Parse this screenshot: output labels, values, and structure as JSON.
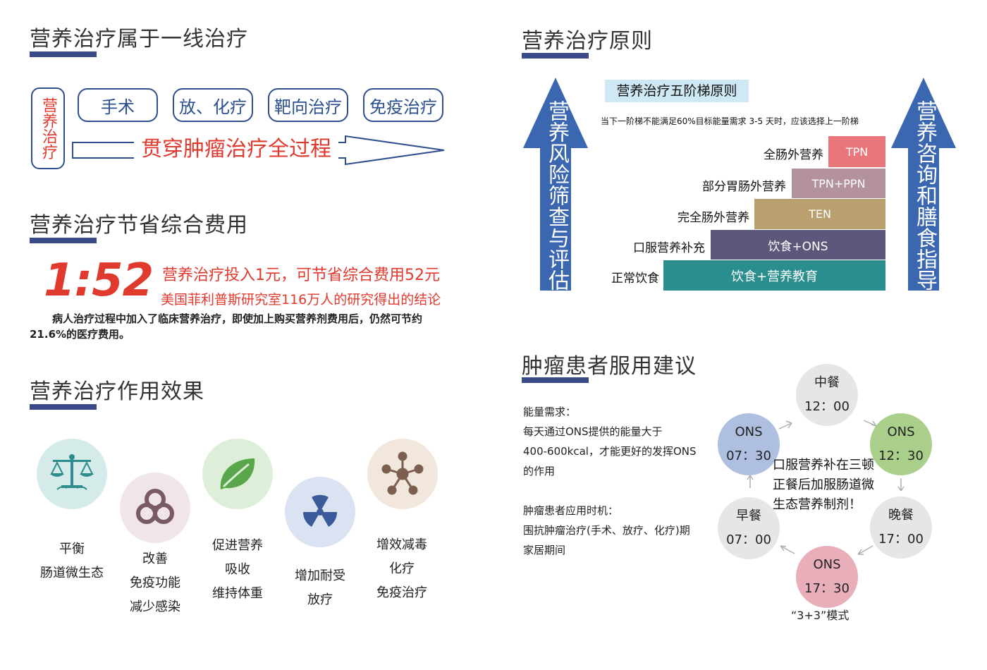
{
  "left": {
    "sec1": {
      "title": "营养治疗属于一线治疗",
      "vertical_label": "营养治疗",
      "boxes": [
        "手术",
        "放、化疗",
        "靶向治疗",
        "免疫治疗"
      ],
      "banner": "贯穿肿瘤治疗全过程"
    },
    "sec2": {
      "title": "营养治疗节省综合费用",
      "ratio": "1:52",
      "line1": "营养治疗投入1元，可节省综合费用52元",
      "line2": "美国菲利普斯研究室116万人的研究得出的结论",
      "para": "病人治疗过程中加入了临床营养治疗，即使加上购买营养剂费用后，仍然可节约21.6%的医疗费用。"
    },
    "sec3": {
      "title": "营养治疗作用效果",
      "effects": [
        {
          "icon": "scales-icon",
          "lines": [
            "平衡",
            "肠道微生态"
          ]
        },
        {
          "icon": "biohazard-icon",
          "lines": [
            "改善",
            "免疫功能",
            "减少感染"
          ]
        },
        {
          "icon": "leaf-icon",
          "lines": [
            "促进营养",
            "吸收",
            "维持体重"
          ]
        },
        {
          "icon": "radiation-icon",
          "lines": [
            "增加耐受",
            "放疗"
          ]
        },
        {
          "icon": "molecule-icon",
          "lines": [
            "增效减毒",
            "化疗",
            "免疫治疗"
          ]
        }
      ]
    }
  },
  "right": {
    "sec1": {
      "title": "营养治疗原则",
      "left_arrow": "营养风险筛查与评估",
      "right_arrow": "营养咨询和膳食指导",
      "ladder_title": "营养治疗五阶梯原则",
      "ladder_note": "当下一阶梯不能满足60%目标能量需求 3-5 天时，应该选择上一阶梯",
      "steps": [
        {
          "label": "全肠外营养",
          "content": "TPN",
          "color": "#e9767a"
        },
        {
          "label": "部分胃肠外营养",
          "content": "TPN+PPN",
          "color": "#b3929b"
        },
        {
          "label": "完全肠外营养",
          "content": "TEN",
          "color": "#b9a06e"
        },
        {
          "label": "口服营养补充",
          "content": "饮食+ONS",
          "color": "#5b587c"
        },
        {
          "label": "正常饮食",
          "content": "饮食+营养教育",
          "color": "#2a8e8f"
        }
      ]
    },
    "sec2": {
      "title": "肿瘤患者服用建议",
      "energy_title": "能量需求：",
      "energy_lines": [
        "每天通过ONS提供的能量大于",
        "400-600kcal，才能更好的发挥ONS",
        "的作用"
      ],
      "timing_title": "肿瘤患者应用时机：",
      "timing_lines": [
        "围抗肿瘤治疗(手术、放疗、化疗)期",
        "家居期间"
      ],
      "center_lines": [
        "口服营养补在三顿",
        "正餐后加服肠道微",
        "生态营养制剂！"
      ],
      "meals": [
        {
          "name": "中餐",
          "time": "12：00",
          "color": "#e6e6e6"
        },
        {
          "name": "ONS",
          "time": "12：30",
          "color": "#a9cf8a"
        },
        {
          "name": "晚餐",
          "time": "17：00",
          "color": "#e6e6e6"
        },
        {
          "name": "ONS",
          "time": "17：30",
          "color": "#e8aeb9"
        },
        {
          "name": "早餐",
          "time": "07：00",
          "color": "#e6e6e6"
        },
        {
          "name": "ONS",
          "time": "07：30",
          "color": "#aebfe0"
        }
      ],
      "mode": "“3+3”模式"
    }
  }
}
